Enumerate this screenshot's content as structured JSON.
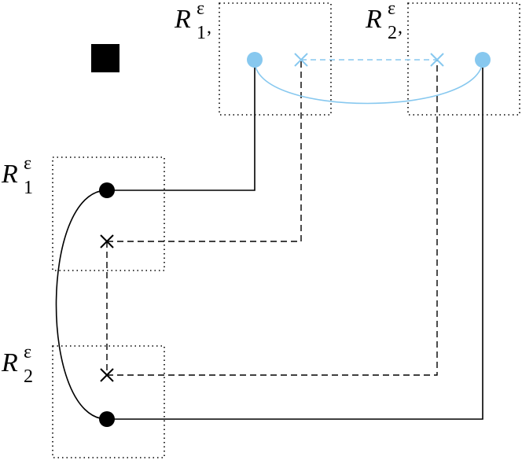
{
  "labels": {
    "r1_main": "R",
    "r1_sub": "1",
    "r1_sup": "ε",
    "r2_main": "R",
    "r2_sub": "2",
    "r2_sup": "ε",
    "r1_top_main": "R",
    "r1_top_sub": "1",
    "r1_top_sup": "ε",
    "r1_top_comma": ",",
    "r2_top_main": "R",
    "r2_top_sub": "2",
    "r2_top_sup": "ε",
    "r2_top_comma": ","
  },
  "colors": {
    "primary": "#000000",
    "secondary": "#87c8ef"
  }
}
